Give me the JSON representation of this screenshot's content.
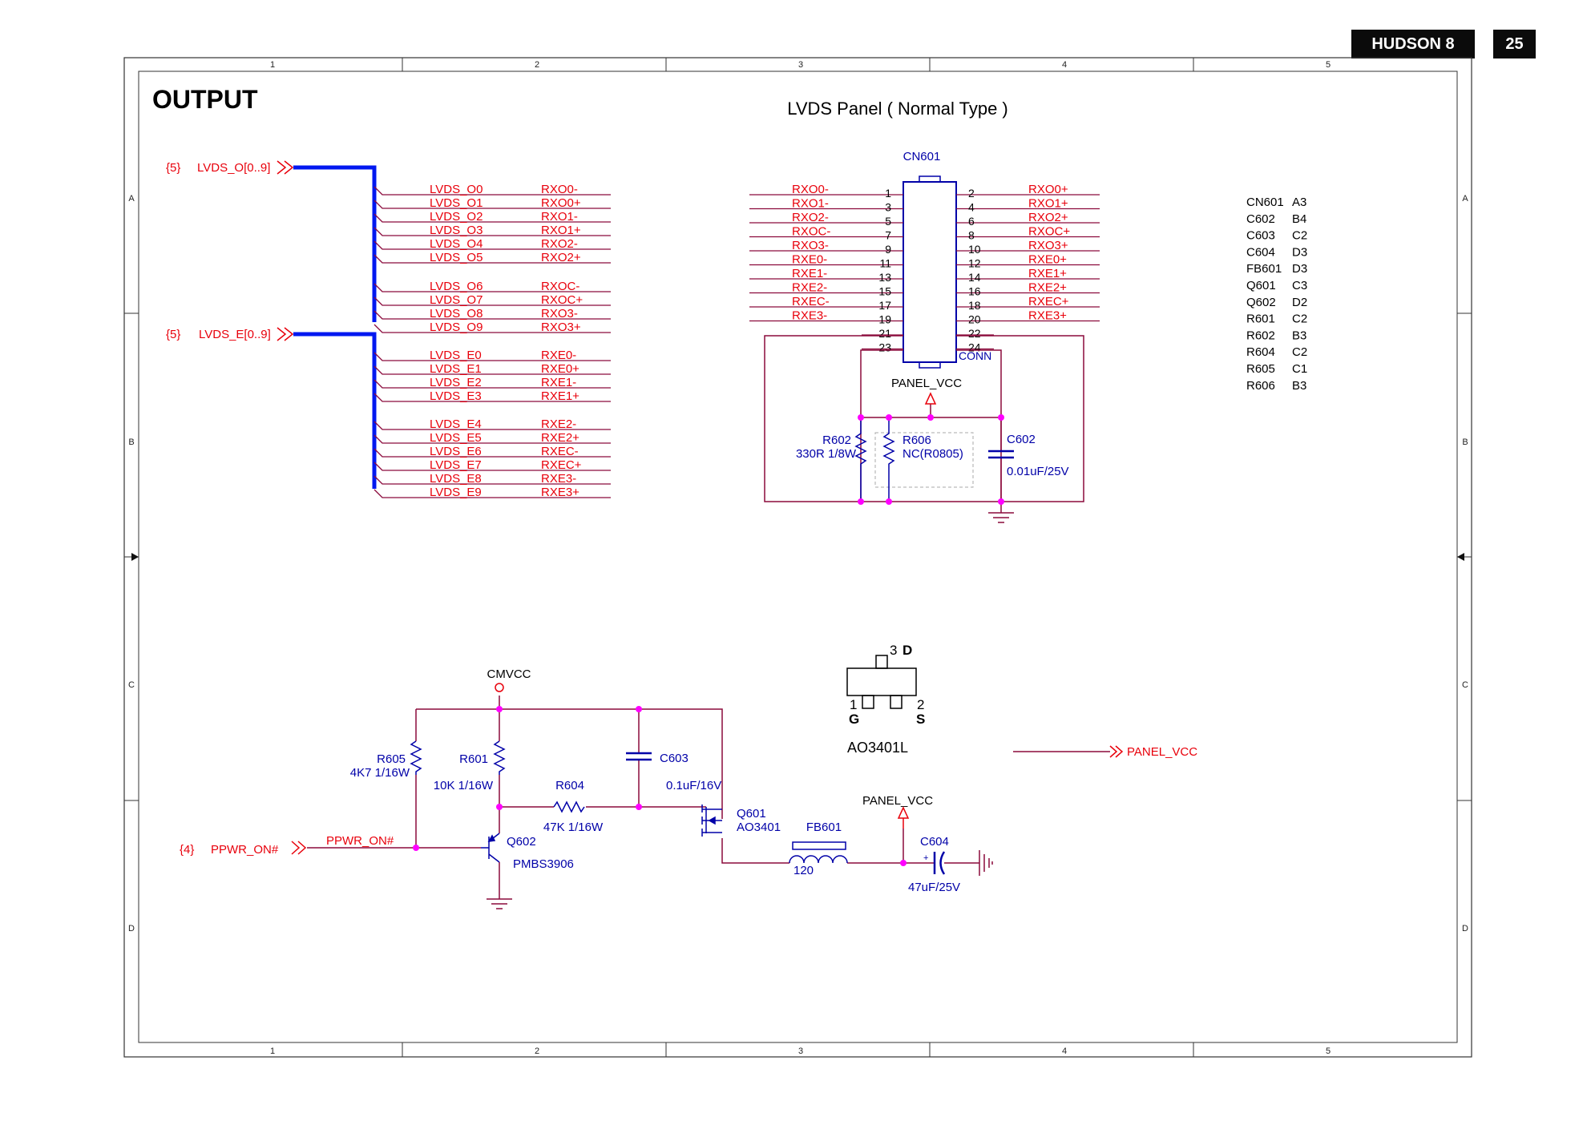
{
  "header": {
    "board": "HUDSON 8",
    "page": "25"
  },
  "sheet": {
    "title": "OUTPUT",
    "panel_title": "LVDS Panel ( Normal Type )"
  },
  "border": {
    "col_labels": [
      "1",
      "2",
      "3",
      "4",
      "5"
    ],
    "row_labels": [
      "A",
      "B",
      "C",
      "D"
    ]
  },
  "buses": [
    {
      "ref": "{5}",
      "name": "LVDS_O[0..9]"
    },
    {
      "ref": "{5}",
      "name": "LVDS_E[0..9]"
    }
  ],
  "odd_nets": [
    [
      "LVDS_O0",
      "RXO0-"
    ],
    [
      "LVDS_O1",
      "RXO0+"
    ],
    [
      "LVDS_O2",
      "RXO1-"
    ],
    [
      "LVDS_O3",
      "RXO1+"
    ],
    [
      "LVDS_O4",
      "RXO2-"
    ],
    [
      "LVDS_O5",
      "RXO2+"
    ],
    [
      "LVDS_O6",
      "RXOC-"
    ],
    [
      "LVDS_O7",
      "RXOC+"
    ],
    [
      "LVDS_O8",
      "RXO3-"
    ],
    [
      "LVDS_O9",
      "RXO3+"
    ]
  ],
  "even_nets": [
    [
      "LVDS_E0",
      "RXE0-"
    ],
    [
      "LVDS_E1",
      "RXE0+"
    ],
    [
      "LVDS_E2",
      "RXE1-"
    ],
    [
      "LVDS_E3",
      "RXE1+"
    ],
    [
      "LVDS_E4",
      "RXE2-"
    ],
    [
      "LVDS_E5",
      "RXE2+"
    ],
    [
      "LVDS_E6",
      "RXEC-"
    ],
    [
      "LVDS_E7",
      "RXEC+"
    ],
    [
      "LVDS_E8",
      "RXE3-"
    ],
    [
      "LVDS_E9",
      "RXE3+"
    ]
  ],
  "connector": {
    "ref": "CN601",
    "type": "CONN",
    "left_nets": [
      "RXO0-",
      "RXO1-",
      "RXO2-",
      "RXOC-",
      "RXO3-",
      "RXE0-",
      "RXE1-",
      "RXE2-",
      "RXEC-",
      "RXE3-"
    ],
    "right_nets": [
      "RXO0+",
      "RXO1+",
      "RXO2+",
      "RXOC+",
      "RXO3+",
      "RXE0+",
      "RXE1+",
      "RXE2+",
      "RXEC+",
      "RXE3+"
    ],
    "left_pins": [
      "1",
      "3",
      "5",
      "7",
      "9",
      "11",
      "13",
      "15",
      "17",
      "19",
      "21",
      "23"
    ],
    "right_pins": [
      "2",
      "4",
      "6",
      "8",
      "10",
      "12",
      "14",
      "16",
      "18",
      "20",
      "22",
      "24"
    ]
  },
  "panel_supply": {
    "net": "PANEL_VCC",
    "r602": {
      "ref": "R602",
      "value": "330R 1/8W"
    },
    "r606": {
      "ref": "R606",
      "value": "NC(R0805)"
    },
    "c602": {
      "ref": "C602",
      "value": "0.01uF/25V"
    }
  },
  "part_locations": [
    {
      "ref": "CN601",
      "loc": "A3"
    },
    {
      "ref": "C602",
      "loc": "B4"
    },
    {
      "ref": "C603",
      "loc": "C2"
    },
    {
      "ref": "C604",
      "loc": "D3"
    },
    {
      "ref": "FB601",
      "loc": "D3"
    },
    {
      "ref": "Q601",
      "loc": "C3"
    },
    {
      "ref": "Q602",
      "loc": "D2"
    },
    {
      "ref": "R601",
      "loc": "C2"
    },
    {
      "ref": "R602",
      "loc": "B3"
    },
    {
      "ref": "R604",
      "loc": "C2"
    },
    {
      "ref": "R605",
      "loc": "C1"
    },
    {
      "ref": "R606",
      "loc": "B3"
    }
  ],
  "package": {
    "part": "AO3401L",
    "pin3": "3",
    "pin3_name": "D",
    "pin1": "1",
    "pin1_name": "G",
    "pin2": "2",
    "pin2_name": "S"
  },
  "power_switch": {
    "supply": "CMVCC",
    "input_ref": "{4}",
    "input_port": "PPWR_ON#",
    "input_net": "PPWR_ON#",
    "r605": {
      "ref": "R605",
      "value": "4K7 1/16W"
    },
    "r601": {
      "ref": "R601",
      "value": "10K 1/16W"
    },
    "r604": {
      "ref": "R604",
      "value": "47K 1/16W"
    },
    "c603": {
      "ref": "C603",
      "value": "0.1uF/16V"
    },
    "q601": {
      "ref": "Q601",
      "value": "AO3401"
    },
    "q602": {
      "ref": "Q602",
      "value": "PMBS3906"
    },
    "fb601": {
      "ref": "FB601",
      "value": "120"
    },
    "c604": {
      "ref": "C604",
      "value": "47uF/25V"
    },
    "output_net": "PANEL_VCC",
    "output_port": "PANEL_VCC"
  },
  "colors": {
    "wire": "#8b0a3c",
    "net_label": "#e8000b",
    "part_label": "#0000a8",
    "bus": "#0018f0",
    "junction": "#ff00ff",
    "border": "#333333"
  }
}
